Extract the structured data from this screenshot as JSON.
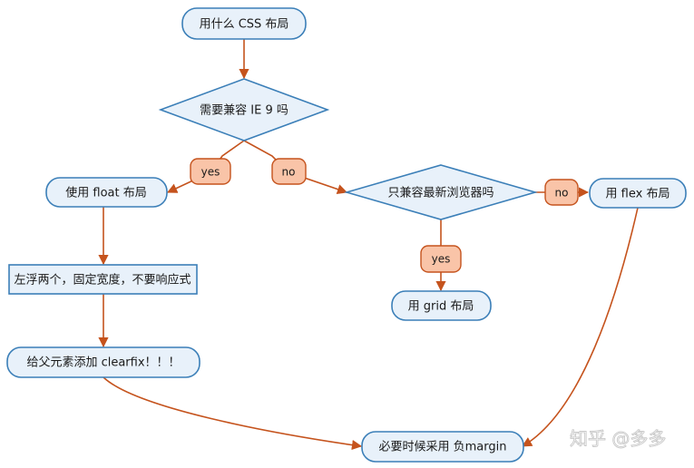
{
  "colors": {
    "node_fill": "#e8f1fa",
    "node_stroke": "#3b7fb8",
    "edge": "#c5531d",
    "label_fill": "#f9c4a8",
    "label_stroke": "#c5531d"
  },
  "nodes": {
    "start": "用什么 CSS 布局",
    "ie9": "需要兼容 IE 9 吗",
    "float": "使用 float 布局",
    "modern": "只兼容最新浏览器吗",
    "flex": "用 flex 布局",
    "fixed_width": "左浮两个，固定宽度，不要响应式",
    "grid": "用 grid 布局",
    "clearfix": "给父元素添加 clearfix！！！",
    "neg_margin": "必要时候采用 负margin"
  },
  "labels": {
    "ie9_yes": "yes",
    "ie9_no": "no",
    "modern_no": "no",
    "modern_yes": "yes"
  },
  "watermark": "知乎 @多多"
}
